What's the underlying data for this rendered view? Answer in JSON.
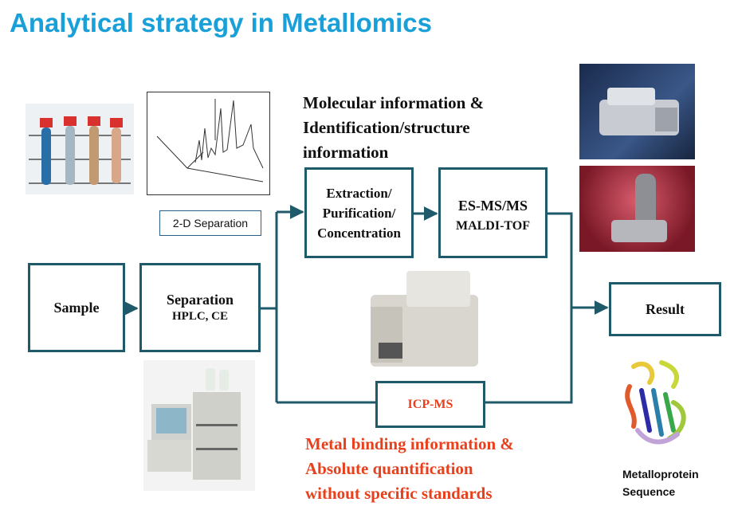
{
  "title": "Analytical strategy in Metallomics",
  "molecular_info": [
    "Molecular information &",
    "Identification/structure",
    "information"
  ],
  "metal_info": [
    "Metal binding information &",
    "Absolute quantification",
    "without specific standards"
  ],
  "boxes": {
    "sample": "Sample",
    "separation_title": "Separation",
    "separation_sub": "HPLC, CE",
    "extraction": [
      "Extraction/",
      "Purification/",
      "Concentration"
    ],
    "esms": [
      "ES-MS/MS",
      "MALDI-TOF"
    ],
    "icpms": "ICP-MS",
    "result": "Result"
  },
  "separation_2d_label": "2-D Separation",
  "protein_caption": [
    "Metalloprotein",
    "Sequence"
  ],
  "colors": {
    "title": "#1aa0d8",
    "box_border": "#1f5a6a",
    "accent_red": "#e8401c"
  }
}
